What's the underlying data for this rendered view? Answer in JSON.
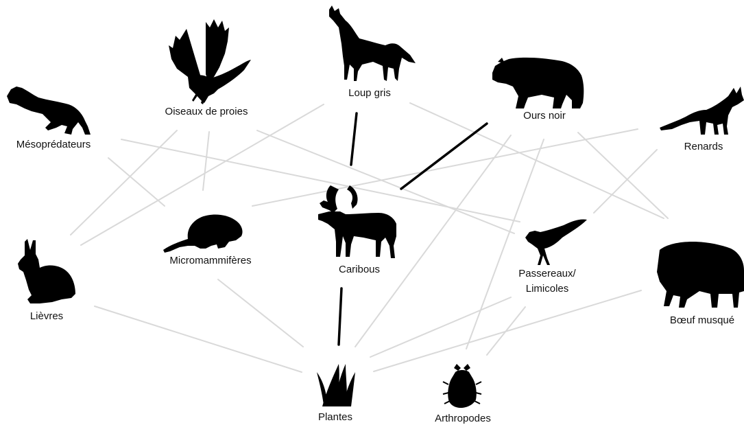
{
  "colors": {
    "weak_link": "#d9d9d9",
    "strong_link": "#000000",
    "silhouette": "#000000",
    "background": "#ffffff"
  },
  "nodes": {
    "raptors": {
      "label": "Oiseaux de proies",
      "icon": "eagle-icon"
    },
    "wolf": {
      "label": "Loup gris",
      "icon": "wolf-icon"
    },
    "bear": {
      "label": "Ours noir",
      "icon": "bear-icon"
    },
    "meso": {
      "label": "Mésoprédateurs",
      "icon": "weasel-icon"
    },
    "fox": {
      "label": "Renards",
      "icon": "fox-icon"
    },
    "caribou": {
      "label": "Caribous",
      "icon": "caribou-icon"
    },
    "smallmam": {
      "label": "Micromammifères",
      "icon": "vole-icon"
    },
    "hare": {
      "label": "Lièvres",
      "icon": "hare-icon"
    },
    "birds": {
      "label_line1": "Passereaux/",
      "label_line2": "Limicoles",
      "icon": "songbird-icon"
    },
    "muskox": {
      "label": "Bœuf musqué",
      "icon": "muskox-icon"
    },
    "plants": {
      "label": "Plantes",
      "icon": "grass-icon"
    },
    "arthro": {
      "label": "Arthropodes",
      "icon": "beetle-icon"
    }
  }
}
